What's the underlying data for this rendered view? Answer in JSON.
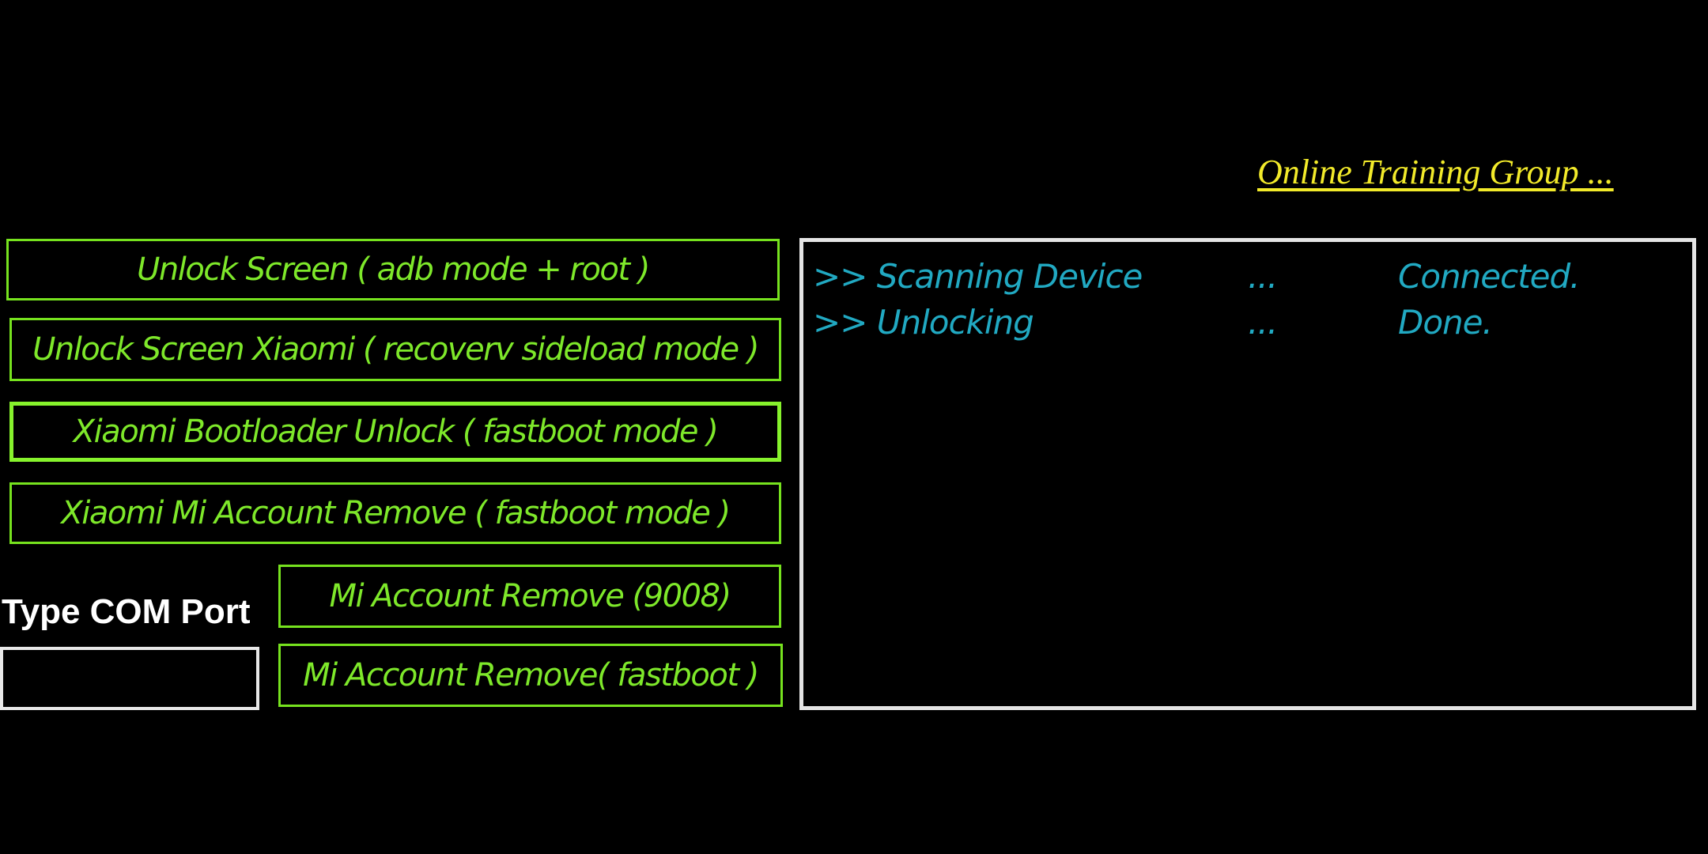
{
  "header": {
    "link_text": "Online Training Group ..."
  },
  "buttons": {
    "unlock_screen_adb": "Unlock Screen ( adb mode + root )",
    "unlock_screen_xiaomi": "Unlock Screen Xiaomi ( recoverv sideload mode )",
    "bootloader_unlock": "Xiaomi Bootloader Unlock ( fastboot mode )",
    "mi_account_remove_fastboot_mode": "Xiaomi Mi Account Remove ( fastboot mode )",
    "mi_account_remove_9008": "Mi Account Remove (9008)",
    "mi_account_remove_fastboot": "Mi Account Remove( fastboot )"
  },
  "com_port": {
    "label": "Type COM Port",
    "value": ""
  },
  "log": {
    "lines": [
      {
        "prefix": ">> Scanning Device",
        "dots": "...",
        "status": "Connected."
      },
      {
        "prefix": ">> Unlocking",
        "dots": "...",
        "status": "Done."
      }
    ]
  },
  "colors": {
    "background": "#000000",
    "button_border": "#76e21e",
    "button_text": "#7ee82a",
    "link": "#f2ea2a",
    "log_text": "#21a9c2",
    "log_border": "#e4e4e4",
    "label_text": "#ffffff"
  }
}
